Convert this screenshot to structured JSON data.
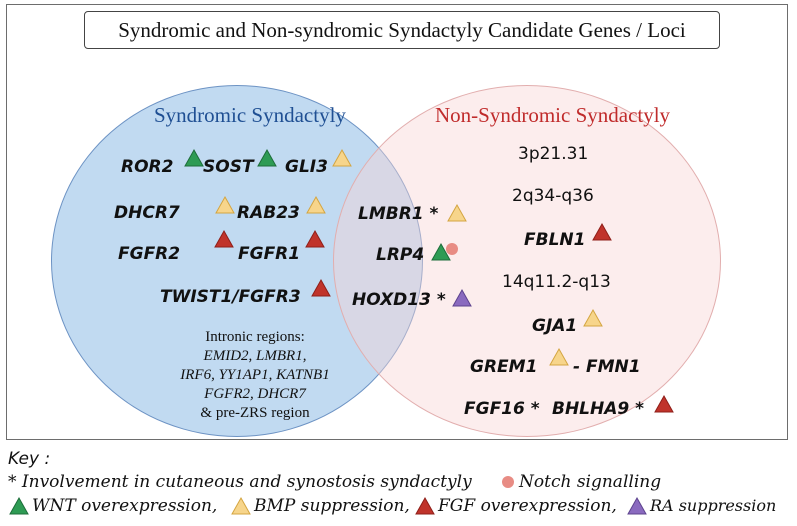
{
  "title": "Syndromic and Non-syndromic Syndactyly Candidate Genes / Loci",
  "colors": {
    "wnt": "#2e9b54",
    "bmp": "#f7d58b",
    "fgf": "#c0332b",
    "ra": "#8a6abf",
    "notch": "#e88c84"
  },
  "left": {
    "heading": "Syndromic Syndactyly",
    "genes": [
      "ROR2",
      "SOST",
      "GLI3",
      "DHCR7",
      "RAB23",
      "FGFR2",
      "FGFR1",
      "TWIST1/FGFR3"
    ],
    "intronic_title": "Intronic regions:",
    "intronic_line1": "EMID2, LMBR1,",
    "intronic_line2": "IRF6,  YY1AP1, KATNB1",
    "intronic_line3": "FGFR2, DHCR7",
    "intronic_line4": "& pre-ZRS region"
  },
  "overlap": {
    "genes": [
      "LMBR1 *",
      "LRP4",
      "HOXD13 *"
    ]
  },
  "right": {
    "heading": "Non-Syndromic Syndactyly",
    "loci": [
      "3p21.31",
      "2q34-q36",
      "14q11.2-q13"
    ],
    "genes": [
      "FBLN1",
      "GJA1",
      "GREM1",
      "- FMN1",
      "FGF16 *",
      "BHLHA9 *"
    ]
  },
  "key": {
    "label": "Key :",
    "star_text": "* Involvement in cutaneous and synostosis syndactyly",
    "notch_text": "Notch signalling",
    "wnt_text": "WNT overexpression,",
    "bmp_text": "BMP suppression,",
    "fgf_text": "FGF overexpression,",
    "ra_text": "RA suppression"
  }
}
